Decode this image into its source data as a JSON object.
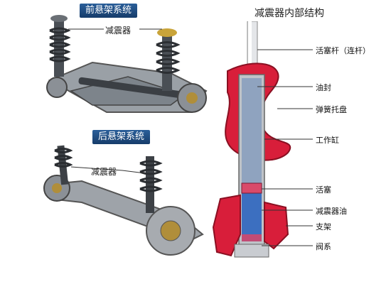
{
  "front": {
    "title": "前悬架系统",
    "label": "减震器"
  },
  "rear": {
    "title": "后悬架系统",
    "label": "减震器"
  },
  "diagram": {
    "title": "减震器内部结构",
    "parts": [
      {
        "label": "活塞杆（连杆）"
      },
      {
        "label": "油封"
      },
      {
        "label": "弹簧托盘"
      },
      {
        "label": "工作缸"
      },
      {
        "label": "活塞"
      },
      {
        "label": "减震器油"
      },
      {
        "label": "支架"
      },
      {
        "label": "阀系"
      }
    ]
  },
  "colors": {
    "badge": "#1f4f86",
    "mount_red": "#d81e3a",
    "oil_blue": "#3c6fc0"
  }
}
